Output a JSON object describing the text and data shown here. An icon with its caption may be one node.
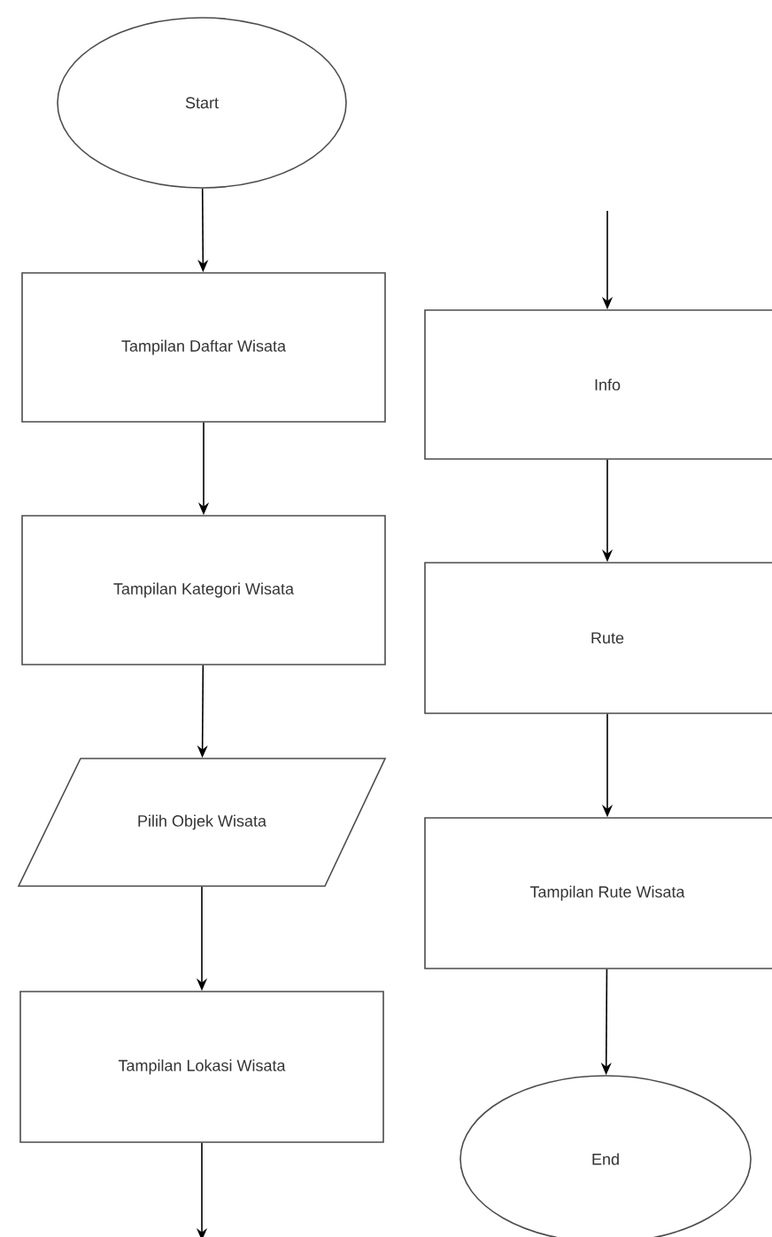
{
  "diagram": {
    "nodes": [
      {
        "text": [
          "Start"
        ]
      },
      {
        "text": [
          "Tampilan Daftar Wisata"
        ]
      },
      {
        "text": [
          "Tampilan Kategori Wisata"
        ]
      },
      {
        "text": [
          "Pilih Objek Wisata"
        ]
      },
      {
        "text": [
          "Tampilan Lokasi Wisata"
        ]
      },
      {
        "text": [
          "Info"
        ]
      },
      {
        "text": [
          "Rute"
        ]
      },
      {
        "text": [
          "Tampilan Rute Wisata"
        ]
      },
      {
        "text": [
          "End"
        ]
      }
    ],
    "edges": [
      {
        "from": 0,
        "to": 1,
        "arrow": "to"
      },
      {
        "from": 1,
        "to": 2,
        "arrow": "to"
      },
      {
        "from": 2,
        "to": 3,
        "arrow": "to"
      },
      {
        "from": 3,
        "to": 4,
        "arrow": "to"
      },
      {
        "from": 4,
        "to": null,
        "arrow": "to"
      },
      {
        "from": null,
        "to": 5,
        "arrow": "to"
      },
      {
        "from": 5,
        "to": 6,
        "arrow": "to"
      },
      {
        "from": 6,
        "to": 7,
        "arrow": "to"
      },
      {
        "from": 7,
        "to": 8,
        "arrow": "to"
      }
    ]
  }
}
